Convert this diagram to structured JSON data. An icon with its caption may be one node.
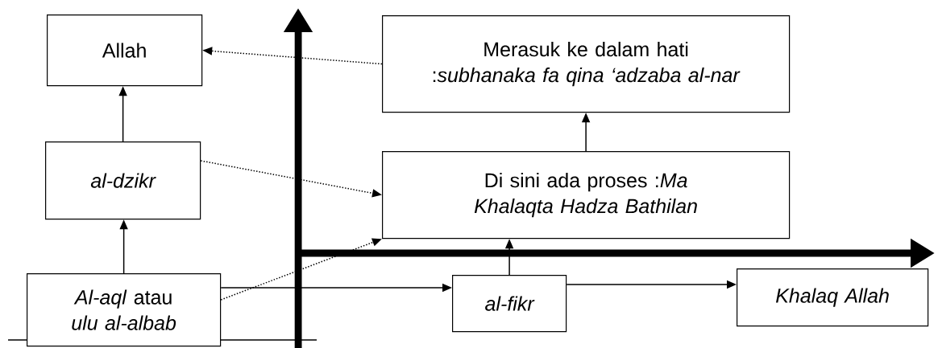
{
  "diagram": {
    "nodes": [
      {
        "text": [
          "Allah"
        ]
      },
      {
        "text": [
          "al-dzikr"
        ]
      },
      {
        "text": [
          "*Al-aql* atau *ulu al-albab*"
        ]
      },
      {
        "text": [
          "Merasuk ke dalam hati :*subhanaka fa qina ‘adzaba al-nar*"
        ]
      },
      {
        "text": [
          "Di sini ada proses :*Ma Khalaqta Hadza Bathilan*"
        ]
      },
      {
        "text": [
          "al-fikr"
        ]
      },
      {
        "text": [
          "Khalaq Allah"
        ]
      }
    ],
    "edges": [
      {
        "from": 2,
        "to": 1,
        "arrow": "to"
      },
      {
        "from": 1,
        "to": 0,
        "arrow": "to"
      },
      {
        "from": 3,
        "to": 0,
        "arrow": "to",
        "style": "dashed"
      },
      {
        "from": 1,
        "to": 4,
        "arrow": "to",
        "style": "dashed"
      },
      {
        "from": 2,
        "to": 4,
        "arrow": "to",
        "style": "dashed"
      },
      {
        "from": 2,
        "to": 5,
        "arrow": "to"
      },
      {
        "from": 5,
        "to": 6,
        "arrow": "to"
      },
      {
        "from": 5,
        "to": 4,
        "arrow": "to"
      },
      {
        "from": 4,
        "to": 3,
        "arrow": "to"
      }
    ]
  }
}
